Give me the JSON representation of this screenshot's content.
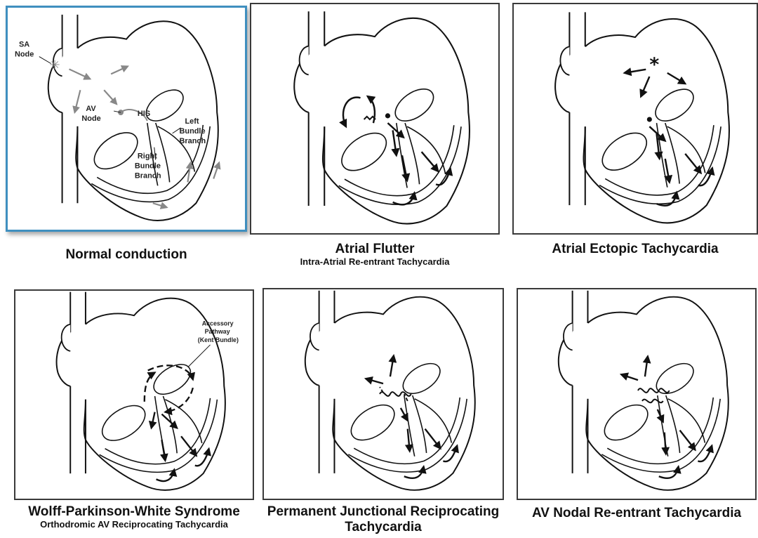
{
  "panels": [
    {
      "caption": "Normal conduction",
      "subcaption": "",
      "labels": {
        "sa_node": [
          "SA",
          "Node"
        ],
        "av_node": [
          "AV",
          "Node"
        ],
        "his": "HIS",
        "left_bundle": [
          "Left",
          "Bundle",
          "Branch"
        ],
        "right_bundle": [
          "Right",
          "Bundle",
          "Branch"
        ]
      }
    },
    {
      "caption": "Atrial Flutter",
      "subcaption": "Intra-Atrial Re-entrant Tachycardia"
    },
    {
      "caption": "Atrial Ectopic Tachycardia",
      "subcaption": "",
      "marker": "*"
    },
    {
      "caption": "Wolff-Parkinson-White Syndrome",
      "subcaption": "Orthodromic AV Reciprocating Tachycardia",
      "labels": {
        "accessory": [
          "Accessory",
          "Pathway",
          "(Kent Bundle)"
        ]
      }
    },
    {
      "caption": "Permanent Junctional Reciprocating",
      "subcaption": "Tachycardia"
    },
    {
      "caption": "AV Nodal Re-entrant Tachycardia",
      "subcaption": ""
    }
  ]
}
